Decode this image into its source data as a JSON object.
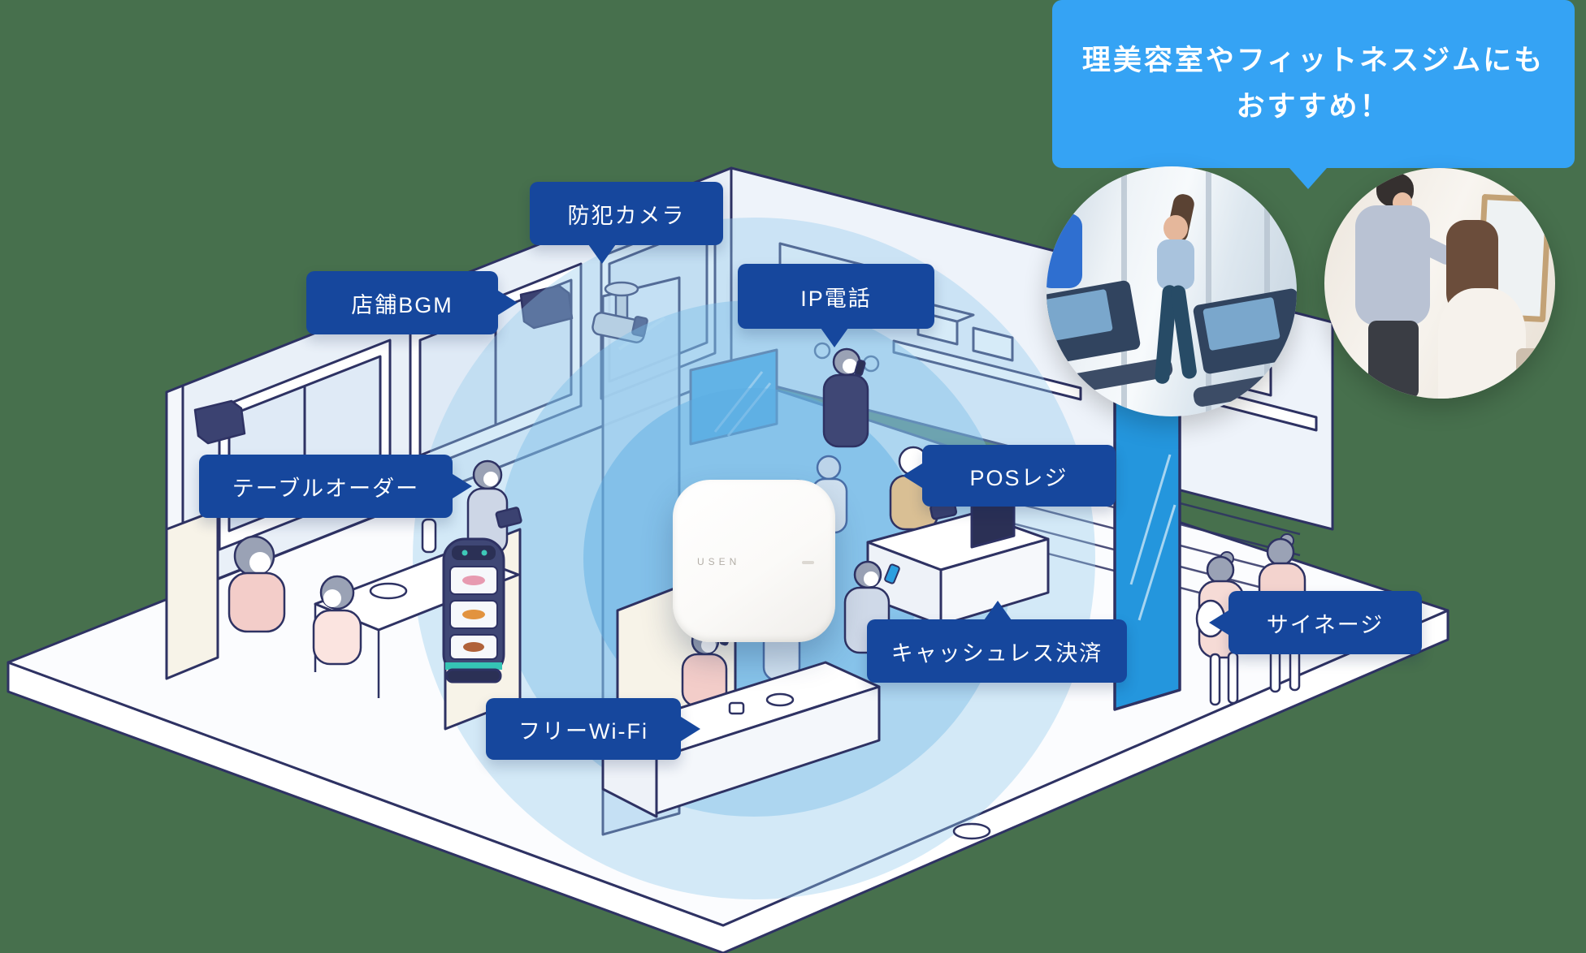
{
  "page": {
    "background_color": "#47704d"
  },
  "callout": {
    "line1": "理美容室やフィットネスジムにも",
    "line2": "おすすめ！",
    "background_color": "#35a3f4",
    "text_color": "#ffffff"
  },
  "labels": {
    "background_color": "#16479d",
    "text_color": "#ffffff",
    "security_camera": "防犯カメラ",
    "store_bgm": "店舗BGM",
    "ip_phone": "IP電話",
    "table_order": "テーブルオーダー",
    "pos_register": "POSレジ",
    "cashless_payment": "キャッシュレス決済",
    "free_wifi": "フリーWi-Fi",
    "digital_signage": "サイネージ"
  },
  "device": {
    "brand": "USEN"
  },
  "illustration": {
    "outline_color": "#2e3263",
    "wall_color": "#e9f0f8",
    "wifi_wave_color": "#6fb8e6",
    "screen_color": "#2496dd"
  },
  "photos": {
    "left": "fitness-gym-photo",
    "right": "hair-salon-photo"
  }
}
